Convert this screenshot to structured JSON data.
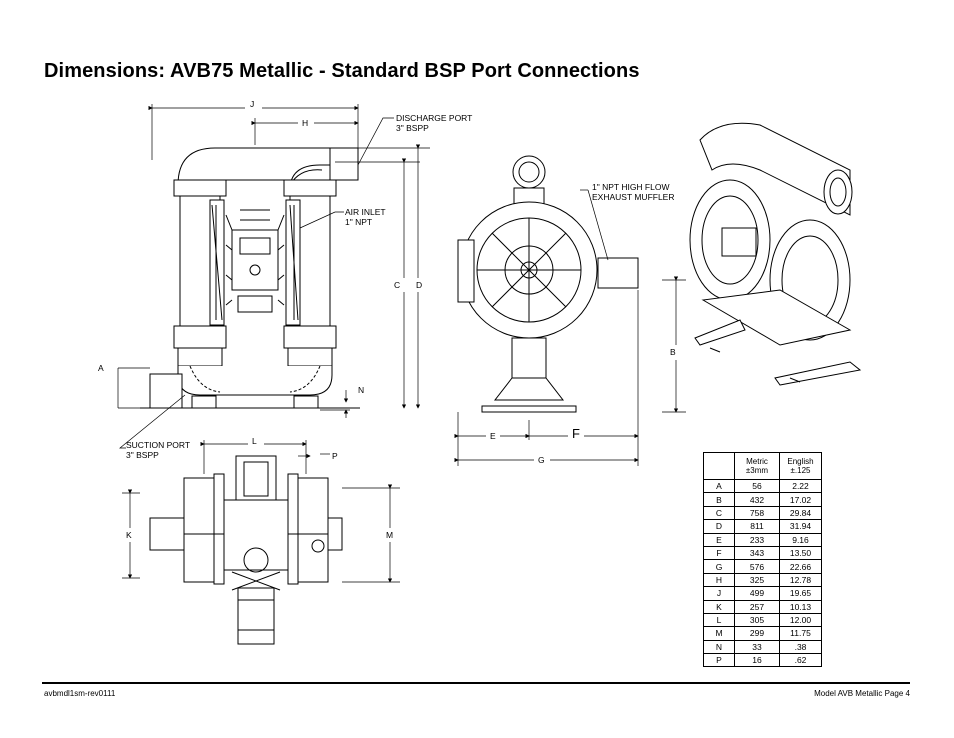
{
  "title": "Dimensions: AVB75 Metallic - Standard BSP Port Connections",
  "callouts": {
    "discharge_port": [
      "DISCHARGE PORT",
      "3\" BSPP"
    ],
    "air_inlet": [
      "AIR INLET",
      "1\" NPT"
    ],
    "exhaust_muffler": [
      "1\" NPT HIGH FLOW",
      "EXHAUST MUFFLER"
    ],
    "suction_port": [
      "SUCTION PORT",
      "3\" BSPP"
    ]
  },
  "dimension_letters": {
    "J": "J",
    "H": "H",
    "C": "C",
    "D": "D",
    "A": "A",
    "N": "N",
    "B": "B",
    "E": "E",
    "F": "F",
    "G": "G",
    "L": "L",
    "P": "P",
    "K": "K",
    "M": "M"
  },
  "table": {
    "headers": [
      {
        "line1": "",
        "line2": ""
      },
      {
        "line1": "Metric",
        "line2": "±3mm"
      },
      {
        "line1": "English",
        "line2": "±.125"
      }
    ],
    "rows": [
      {
        "dim": "A",
        "metric": "56",
        "english": "2.22"
      },
      {
        "dim": "B",
        "metric": "432",
        "english": "17.02"
      },
      {
        "dim": "C",
        "metric": "758",
        "english": "29.84"
      },
      {
        "dim": "D",
        "metric": "811",
        "english": "31.94"
      },
      {
        "dim": "E",
        "metric": "233",
        "english": "9.16"
      },
      {
        "dim": "F",
        "metric": "343",
        "english": "13.50"
      },
      {
        "dim": "G",
        "metric": "576",
        "english": "22.66"
      },
      {
        "dim": "H",
        "metric": "325",
        "english": "12.78"
      },
      {
        "dim": "J",
        "metric": "499",
        "english": "19.65"
      },
      {
        "dim": "K",
        "metric": "257",
        "english": "10.13"
      },
      {
        "dim": "L",
        "metric": "305",
        "english": "12.00"
      },
      {
        "dim": "M",
        "metric": "299",
        "english": "11.75"
      },
      {
        "dim": "N",
        "metric": "33",
        "english": ".38"
      },
      {
        "dim": "P",
        "metric": "16",
        "english": ".62"
      }
    ]
  },
  "footer": {
    "left": "avbmdl1sm-rev0111",
    "right": "Model AVB Metallic Page 4"
  }
}
